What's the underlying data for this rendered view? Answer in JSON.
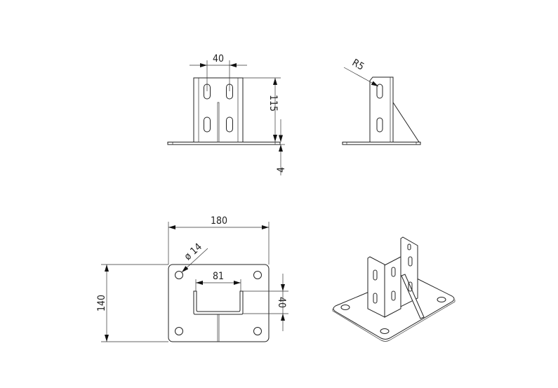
{
  "drawing": {
    "views": {
      "front": {
        "dim_slot_spacing": "40",
        "dim_height": "115",
        "dim_plate_thickness": "4"
      },
      "side": {
        "dim_radius": "R5"
      },
      "plan": {
        "dim_width": "180",
        "dim_depth": "140",
        "dim_hole_dia": "ø 14",
        "dim_channel_width": "81",
        "dim_channel_depth": "40"
      },
      "isometric": {}
    },
    "line_color": "#222222"
  }
}
